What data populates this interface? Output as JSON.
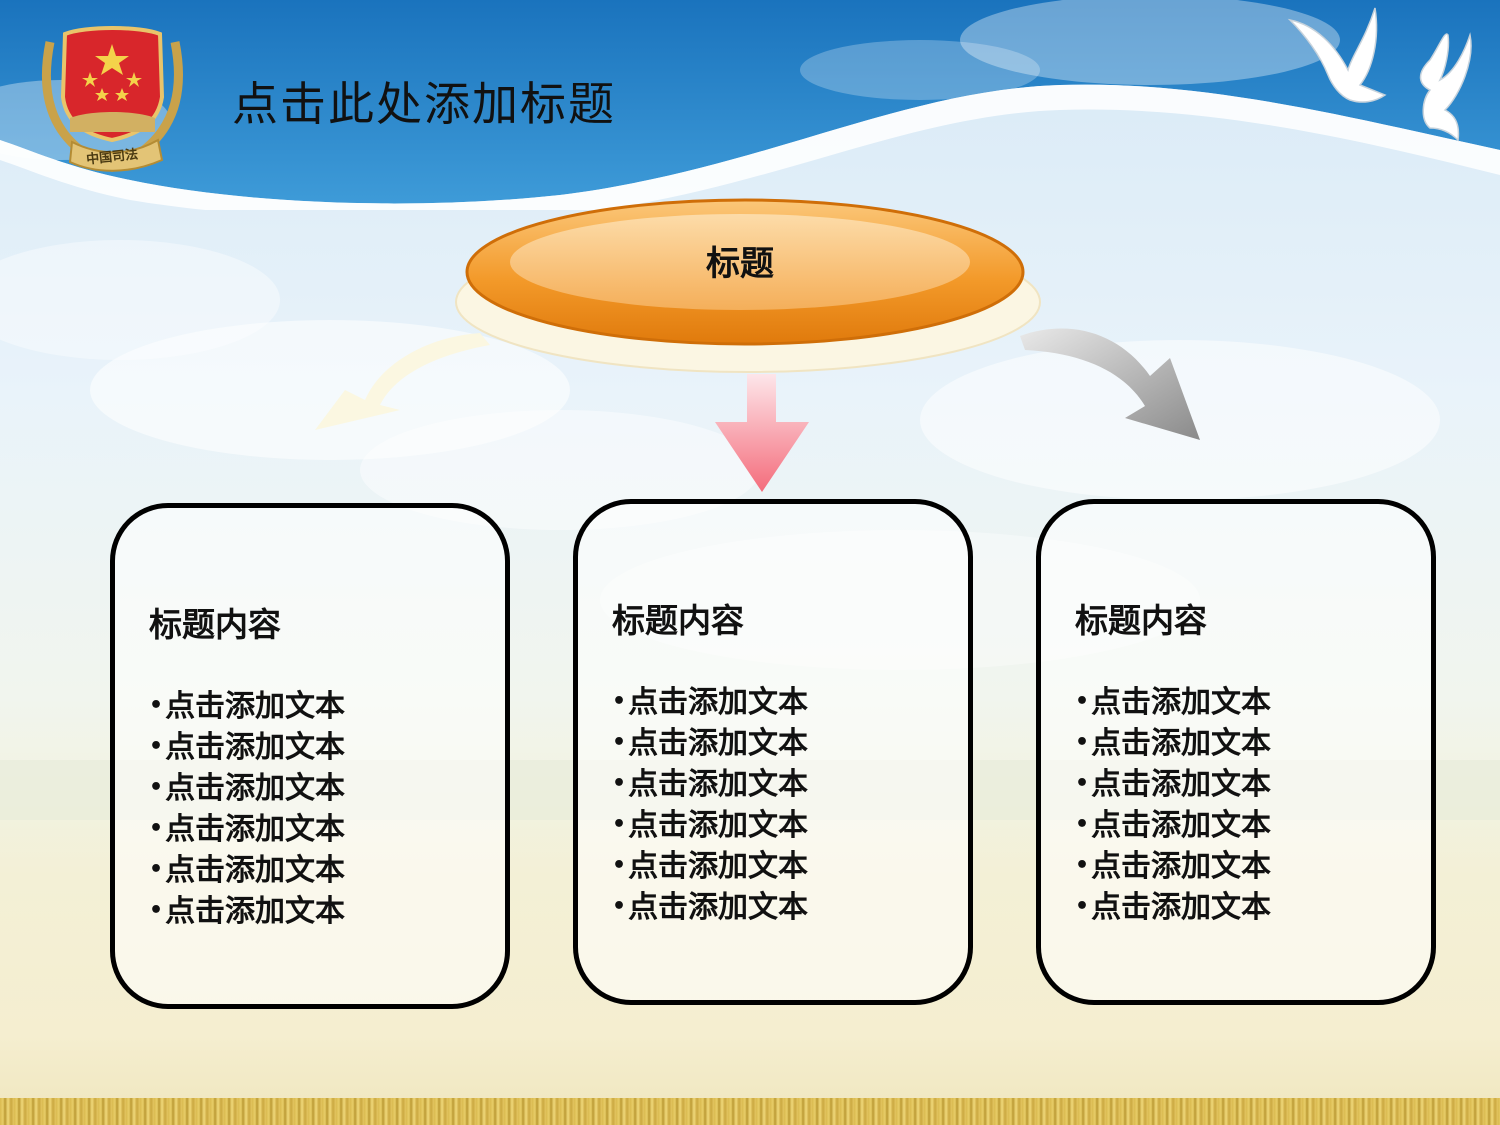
{
  "slide": {
    "title": "点击此处添加标题",
    "emblem_text": "中国司法"
  },
  "center": {
    "title": "标题"
  },
  "cards": [
    {
      "title": "标题内容",
      "items": [
        "点击添加文本",
        "点击添加文本",
        "点击添加文本",
        "点击添加文本",
        "点击添加文本",
        "点击添加文本"
      ]
    },
    {
      "title": "标题内容",
      "items": [
        "点击添加文本",
        "点击添加文本",
        "点击添加文本",
        "点击添加文本",
        "点击添加文本",
        "点击添加文本"
      ]
    },
    {
      "title": "标题内容",
      "items": [
        "点击添加文本",
        "点击添加文本",
        "点击添加文本",
        "点击添加文本",
        "点击添加文本",
        "点击添加文本"
      ]
    }
  ],
  "bullet_char": "•",
  "colors": {
    "sky_blue": "#1f7fc4",
    "orange": "#f08a12",
    "pink_arrow": "#f4727f",
    "gray_arrow": "#9a9a9a",
    "emblem_red": "#d8262b",
    "emblem_gold": "#c9a24a"
  },
  "icons": [
    "emblem-icon",
    "dove-icon",
    "arrow-left-curved-icon",
    "arrow-down-icon",
    "arrow-right-curved-icon"
  ]
}
